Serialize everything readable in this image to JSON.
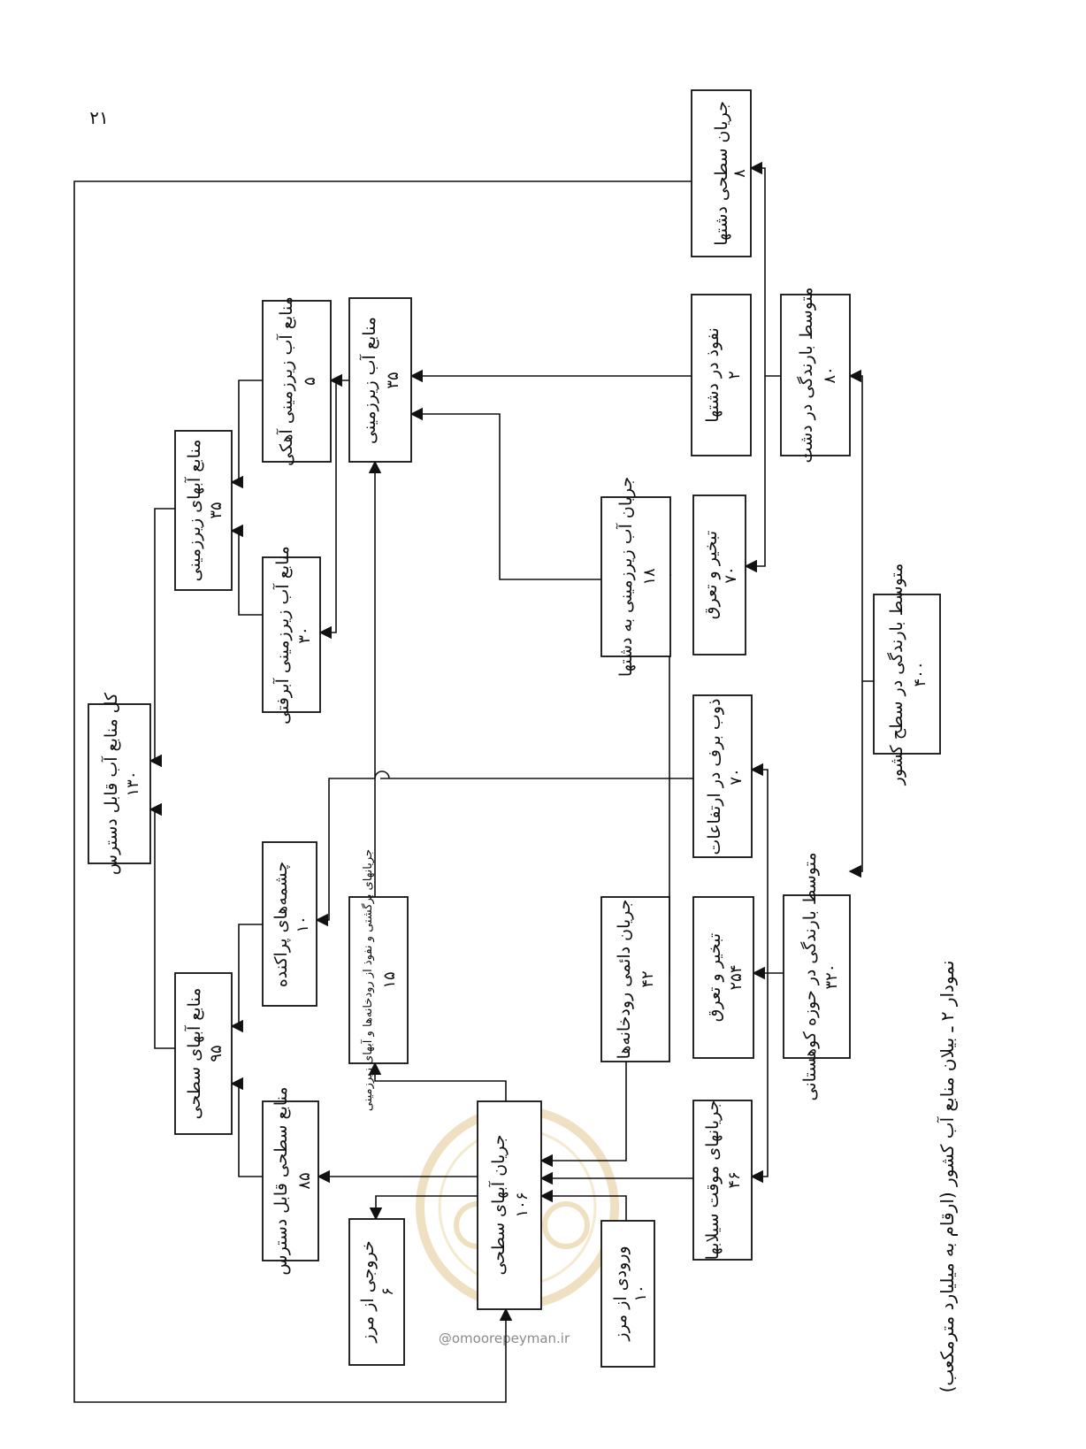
{
  "page_number": "۲۱",
  "caption": "نمودار ۲ ـ بیلان منابع آب کشور (ارقام به میلیارد مترمکعب)",
  "watermark": "@omoorepeyman.ir",
  "nodes": {
    "surface_runoff_plains": {
      "label": "جریان سطحی دشتها",
      "value": "۸"
    },
    "avg_rain_plains": {
      "label": "متوسط بارندگی در دشت",
      "value": "۸۰"
    },
    "infiltration_plains": {
      "label": "نفوذ در دشتها",
      "value": "۲"
    },
    "evap_plains": {
      "label": "تبخیر و تعرق",
      "value": "۷۰"
    },
    "country_rain": {
      "label": "متوسط بارندگی در سطح کشور",
      "value": "۴۰۰"
    },
    "snow_melt": {
      "label": "ذوب برف در ارتفاعات",
      "value": "۷۰"
    },
    "avg_rain_mountain": {
      "label": "متوسط بارندگی در حوزه کوهستانی",
      "value": "۳۲۰"
    },
    "evap_mountain": {
      "label": "تبخیر و تعرق",
      "value": "۲۵۴"
    },
    "seasonal_floods": {
      "label": "جریانهای موقت سیلابها",
      "value": "۴۶"
    },
    "groundwater_resources": {
      "label": "منابع آب زیرزمینی",
      "value": "۳۵"
    },
    "subsurface_to_plains": {
      "label": "جریان آب زیرزمینی به دشتها",
      "value": "۱۸"
    },
    "permanent_rivers": {
      "label": "جریان دائمی رودخانه‌ها",
      "value": "۴۲"
    },
    "river_infiltration": {
      "label": "جریانهای برگشتی و نفوذ از رودخانه‌ها و آبهای زیرزمینی",
      "value": "۱۵"
    },
    "surface_flows": {
      "label": "جریان آبهای سطحی",
      "value": "۱۰۶"
    },
    "inflow_from_border": {
      "label": "ورودی از مرز",
      "value": "۱۰"
    },
    "outflow_to_border": {
      "label": "خروجی از مرز",
      "value": "۶"
    },
    "karst_resources": {
      "label": "منابع آب زیرزمینی آهکی",
      "value": "۵"
    },
    "alluvial_resources": {
      "label": "منابع آب زیرزمینی آبرفتی",
      "value": "۳۰"
    },
    "groundwater_total": {
      "label": "منابع آبهای زیرزمینی",
      "value": "۳۵"
    },
    "springs": {
      "label": "چشمه‌های پراکنده",
      "value": "۱۰"
    },
    "regulated_surface": {
      "label": "منابع سطحی قابل دسترس",
      "value": "۸۵"
    },
    "surface_resources": {
      "label": "منابع آبهای سطحی",
      "value": "۹۵"
    },
    "total_resources": {
      "label": "کل منابع آب قابل دسترس",
      "value": "۱۳۰"
    }
  },
  "colors": {
    "line": "#111111",
    "box_fill": "#ffffff",
    "watermark": "#e2c890"
  }
}
